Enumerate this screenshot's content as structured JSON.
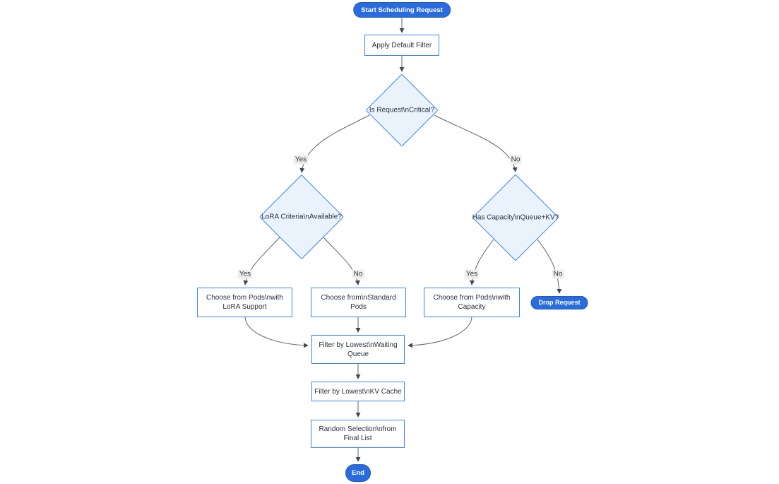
{
  "diagram": {
    "type": "flowchart",
    "direction": "top-down",
    "nodes": [
      {
        "id": "start",
        "shape": "stadium",
        "label": "Start Scheduling Request",
        "lines": [
          "Start Scheduling Request"
        ]
      },
      {
        "id": "apply-default-filter",
        "shape": "rect",
        "label": "Apply Default Filter",
        "lines": [
          "Apply Default Filter"
        ]
      },
      {
        "id": "is-request-critical",
        "shape": "diamond",
        "label": "Is Request\\nCritical?",
        "lines": [
          "Is Request\\nCritical?"
        ]
      },
      {
        "id": "lora-criteria-available",
        "shape": "diamond",
        "label": "LoRA Criteria\\nAvailable?",
        "lines": [
          "LoRA Criteria\\nAvailable?"
        ]
      },
      {
        "id": "has-capacity-queue-kv",
        "shape": "diamond",
        "label": "Has Capacity\\nQueue+KV?",
        "lines": [
          "Has Capacity\\nQueue+KV?"
        ]
      },
      {
        "id": "choose-pods-lora",
        "shape": "rect",
        "label": "Choose from Pods\\nwith LoRA Support",
        "lines": [
          "Choose from Pods\\nwith",
          "LoRA Support"
        ]
      },
      {
        "id": "choose-standard-pods",
        "shape": "rect",
        "label": "Choose from\\nStandard Pods",
        "lines": [
          "Choose from\\nStandard",
          "Pods"
        ]
      },
      {
        "id": "choose-pods-capacity",
        "shape": "rect",
        "label": "Choose from Pods\\nwith Capacity",
        "lines": [
          "Choose from Pods\\nwith",
          "Capacity"
        ]
      },
      {
        "id": "drop-request",
        "shape": "stadium",
        "label": "Drop Request",
        "lines": [
          "Drop Request"
        ]
      },
      {
        "id": "filter-waiting-queue",
        "shape": "rect",
        "label": "Filter by Lowest\\nWaiting Queue",
        "lines": [
          "Filter by Lowest\\nWaiting",
          "Queue"
        ]
      },
      {
        "id": "filter-kv-cache",
        "shape": "rect",
        "label": "Filter by Lowest\\nKV Cache",
        "lines": [
          "Filter by Lowest\\nKV Cache"
        ]
      },
      {
        "id": "random-selection",
        "shape": "rect",
        "label": "Random Selection\\nfrom Final List",
        "lines": [
          "Random Selection\\nfrom",
          "Final List"
        ]
      },
      {
        "id": "end",
        "shape": "stadium",
        "label": "End",
        "lines": [
          "End"
        ]
      }
    ],
    "edges": [
      {
        "from": "start",
        "to": "apply-default-filter",
        "label": ""
      },
      {
        "from": "apply-default-filter",
        "to": "is-request-critical",
        "label": ""
      },
      {
        "from": "is-request-critical",
        "to": "lora-criteria-available",
        "label": "Yes"
      },
      {
        "from": "is-request-critical",
        "to": "has-capacity-queue-kv",
        "label": "No"
      },
      {
        "from": "lora-criteria-available",
        "to": "choose-pods-lora",
        "label": "Yes"
      },
      {
        "from": "lora-criteria-available",
        "to": "choose-standard-pods",
        "label": "No"
      },
      {
        "from": "has-capacity-queue-kv",
        "to": "choose-pods-capacity",
        "label": "Yes"
      },
      {
        "from": "has-capacity-queue-kv",
        "to": "drop-request",
        "label": "No"
      },
      {
        "from": "choose-pods-lora",
        "to": "filter-waiting-queue",
        "label": ""
      },
      {
        "from": "choose-standard-pods",
        "to": "filter-waiting-queue",
        "label": ""
      },
      {
        "from": "choose-pods-capacity",
        "to": "filter-waiting-queue",
        "label": ""
      },
      {
        "from": "filter-waiting-queue",
        "to": "filter-kv-cache",
        "label": ""
      },
      {
        "from": "filter-kv-cache",
        "to": "random-selection",
        "label": ""
      },
      {
        "from": "random-selection",
        "to": "end",
        "label": ""
      }
    ],
    "colors": {
      "accent_fill": "#2a6ce0",
      "accent_border": "#2458b8",
      "accent_text": "#ffffff",
      "node_border": "#3b82f6",
      "node_fill": "#ffffff",
      "decision_fill": "#eaf2fc",
      "edge_line": "#5b6472",
      "edge_label_bg": "#ededed",
      "edge_label_text": "#333333",
      "text": "#27303f"
    }
  }
}
